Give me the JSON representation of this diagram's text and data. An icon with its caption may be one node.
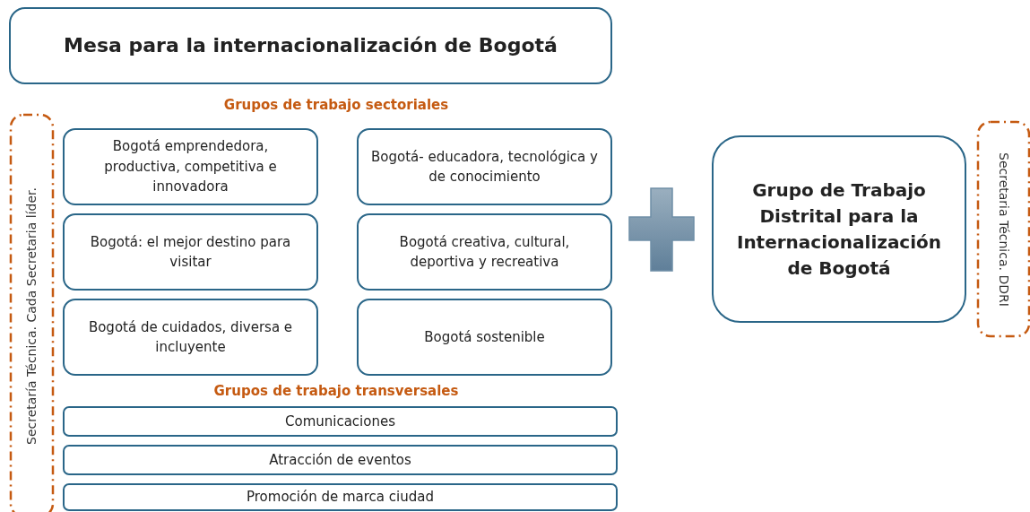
{
  "diagram": {
    "nodes": [
      {
        "text": [
          "Mesa para la internacionalización de Bogotá"
        ]
      },
      {
        "text": [
          "Secretaría Técnica. Cada Secretaria líder."
        ]
      },
      {
        "text": [
          "Bogotá emprendedora, productiva, competitiva e innovadora"
        ]
      },
      {
        "text": [
          "Bogotá- educadora, tecnológica y de conocimiento"
        ]
      },
      {
        "text": [
          "Bogotá: el mejor destino para visitar"
        ]
      },
      {
        "text": [
          "Bogotá creativa, cultural, deportiva y recreativa"
        ]
      },
      {
        "text": [
          "Bogotá de cuidados, diversa e incluyente"
        ]
      },
      {
        "text": [
          "Bogotá sostenible"
        ]
      },
      {
        "text": [
          "Comunicaciones"
        ]
      },
      {
        "text": [
          "Atracción de eventos"
        ]
      },
      {
        "text": [
          "Promoción de marca ciudad"
        ]
      },
      {
        "text": [
          "Grupo de Trabajo Distrital para la Internacionalización de Bogotá"
        ]
      },
      {
        "text": [
          "Secretaria Técnica. DDRI"
        ]
      }
    ],
    "labels": [
      "Grupos de trabajo sectoriales",
      "Grupos de trabajo transversales"
    ]
  }
}
